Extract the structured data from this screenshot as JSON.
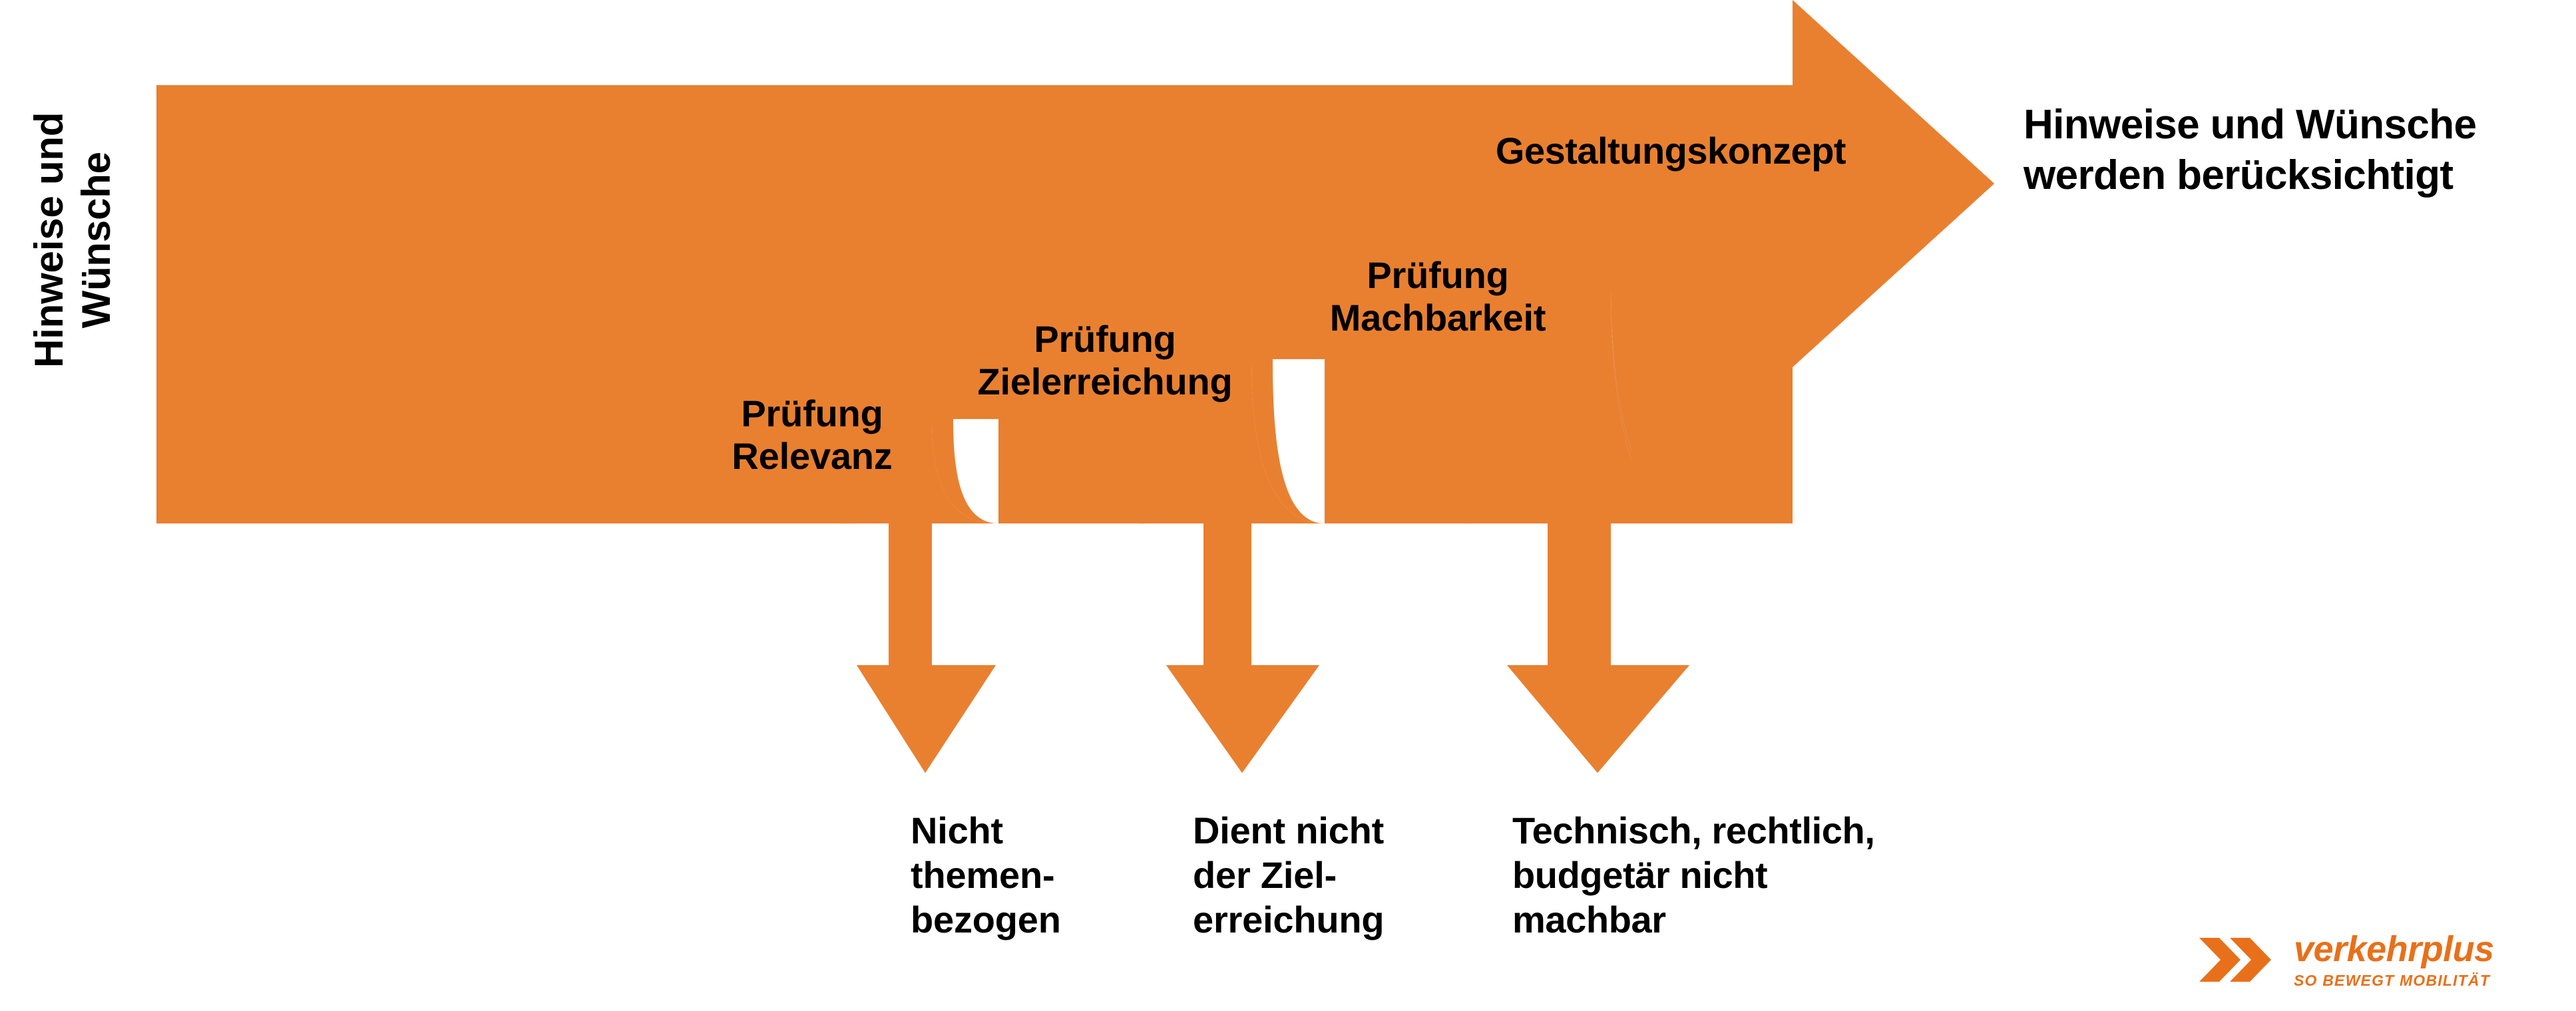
{
  "diagram": {
    "title_vertical": "Hinweise und\nWünsche",
    "accent_color": "#E98030",
    "logo_color": "#E8701A",
    "text_color": "#000000",
    "background_color": "#FFFFFF",
    "outcome_text": "Hinweise und Wünsche\nwerden berücksichtigt",
    "stages": [
      {
        "label": "Prüfung\nRelevanz"
      },
      {
        "label": "Prüfung\nZielerreichung"
      },
      {
        "label": "Prüfung\nMachbarkeit"
      },
      {
        "label": "Gestaltungskonzept"
      }
    ],
    "rejections": [
      {
        "label": "Nicht\nthemen-\nbezogen"
      },
      {
        "label": "Dient nicht\nder Ziel-\nerreichung"
      },
      {
        "label": "Technisch, rechtlich,\nbudgetär nicht\nmachbar"
      }
    ]
  },
  "logo": {
    "wordmark": "verkehrplus",
    "tagline": "SO BEWEGT MOBILITÄT",
    "mark": "double-chevron-icon"
  }
}
